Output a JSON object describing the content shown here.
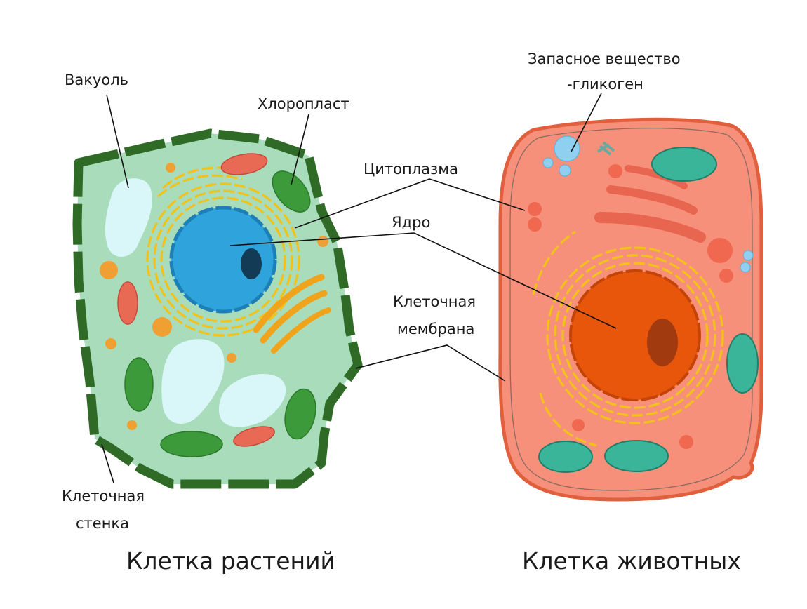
{
  "labels": {
    "vacuole": "Вакуоль",
    "chloroplast": "Хлоропласт",
    "cytoplasm": "Цитоплазма",
    "nucleus": "Ядро",
    "membrane_line1": "Клеточная",
    "membrane_line2": "мембрана",
    "wall_line1": "Клеточная",
    "wall_line2": "стенка",
    "glycogen_line1": "Запасное вещество",
    "glycogen_line2": "-гликоген"
  },
  "captions": {
    "plant": "Клетка растений",
    "animal": "Клетка животных"
  },
  "colors": {
    "plant_wall": "#2f6b26",
    "plant_cytoplasm": "#a8dcbb",
    "plant_nucleus": "#2fa3dc",
    "vacuole": "#d9f6f8",
    "chloroplast": "#3d9a3a",
    "mitochondrion": "#e86a55",
    "er_golgi": "#f2c21b",
    "animal_cytoplasm": "#f7907a",
    "animal_membrane": "#e0603e",
    "animal_nucleus": "#e8560c",
    "glycogen": "#8fd0f0",
    "animal_mitochondrion": "#3bb59a"
  }
}
